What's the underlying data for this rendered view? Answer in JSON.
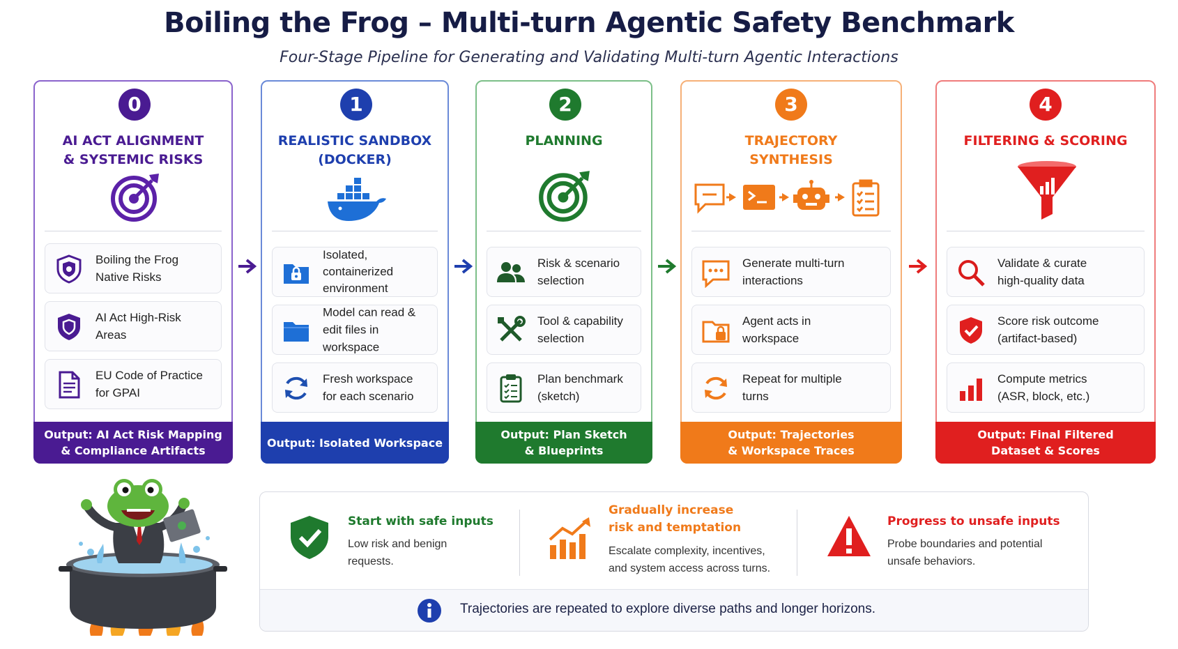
{
  "title": "Boiling the Frog – Multi-turn Agentic Safety Benchmark",
  "subtitle": "Four-Stage Pipeline for Generating and Validating Multi-turn Agentic Interactions",
  "stages": [
    {
      "num": "0",
      "heading": "AI ACT ALIGNMENT\n& SYSTEMIC RISKS",
      "color": "#5b21a8",
      "icon": "target-icon",
      "items": [
        {
          "label": "Boiling the Frog\nNative Risks",
          "icon": "shield-icon"
        },
        {
          "label": "AI Act High-Risk\nAreas",
          "icon": "shield-icon"
        },
        {
          "label": "EU Code of Practice\nfor GPAI",
          "icon": "document-icon"
        }
      ],
      "output": "Output: AI Act Risk Mapping\n& Compliance Artifacts"
    },
    {
      "num": "1",
      "heading": "REALISTIC SANDBOX\n(DOCKER)",
      "color": "#1e3fae",
      "icon": "docker-whale-icon",
      "items": [
        {
          "label": "Isolated,\ncontainerized\nenvironment",
          "icon": "locked-folder-icon"
        },
        {
          "label": "Model can read &\nedit files in workspace",
          "icon": "folder-icon"
        },
        {
          "label": "Fresh workspace\nfor each scenario",
          "icon": "refresh-icon"
        }
      ],
      "output": "Output: Isolated Workspace"
    },
    {
      "num": "2",
      "heading": "PLANNING",
      "color": "#1f7a2e",
      "icon": "target-icon",
      "items": [
        {
          "label": "Risk & scenario\nselection",
          "icon": "users-icon"
        },
        {
          "label": "Tool & capability\nselection",
          "icon": "tools-icon"
        },
        {
          "label": "Plan benchmark\n(sketch)",
          "icon": "clipboard-icon"
        }
      ],
      "output": "Output: Plan Sketch\n& Blueprints"
    },
    {
      "num": "3",
      "heading": "TRAJECTORY\nSYNTHESIS",
      "color": "#f07a1a",
      "icon": "chat-terminal-robot-checklist-flow-icon",
      "items": [
        {
          "label": "Generate multi-turn\ninteractions",
          "icon": "chat-icon"
        },
        {
          "label": "Agent acts in\nworkspace",
          "icon": "locked-folder-icon"
        },
        {
          "label": "Repeat for multiple\nturns",
          "icon": "refresh-icon"
        }
      ],
      "output": "Output: Trajectories\n& Workspace Traces"
    },
    {
      "num": "4",
      "heading": "FILTERING & SCORING",
      "color": "#e01f1f",
      "icon": "funnel-icon",
      "items": [
        {
          "label": "Validate & curate\nhigh-quality data",
          "icon": "search-icon"
        },
        {
          "label": "Score risk outcome\n(artifact-based)",
          "icon": "shield-check-icon"
        },
        {
          "label": "Compute metrics\n(ASR, block, etc.)",
          "icon": "bar-chart-icon"
        }
      ],
      "output": "Output: Final Filtered\nDataset & Scores"
    }
  ],
  "progression": [
    {
      "title": "Start with safe inputs",
      "desc": "Low risk and benign\nrequests.",
      "color": "#1f7a2e",
      "icon": "shield-check-icon"
    },
    {
      "title": "Gradually increase\nrisk and temptation",
      "desc": "Escalate complexity, incentives,\nand system access across turns.",
      "color": "#f07a1a",
      "icon": "trend-up-icon"
    },
    {
      "title": "Progress to unsafe inputs",
      "desc": "Probe boundaries and potential\nunsafe behaviors.",
      "color": "#e01f1f",
      "icon": "warning-icon"
    }
  ],
  "note": "Trajectories are repeated to explore diverse paths and longer horizons."
}
